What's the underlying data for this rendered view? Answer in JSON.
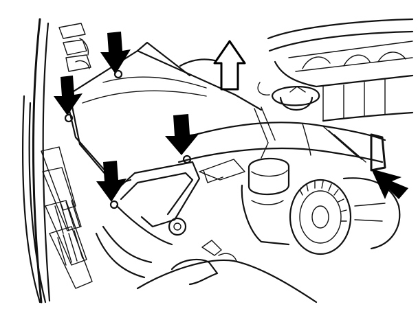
{
  "figure": {
    "subject": "engine-bay-air-cleaner-removal",
    "colors": {
      "line": "#111111",
      "background": "#ffffff",
      "arrow_fill": "#000000"
    },
    "indicator_arrows": [
      {
        "id": "down-arrow-1",
        "direction": "down",
        "style": "solid"
      },
      {
        "id": "down-arrow-2",
        "direction": "down",
        "style": "solid"
      },
      {
        "id": "down-arrow-3",
        "direction": "down",
        "style": "solid"
      },
      {
        "id": "down-arrow-4",
        "direction": "down",
        "style": "solid"
      },
      {
        "id": "diagonal-arrow",
        "direction": "down-left",
        "style": "solid"
      },
      {
        "id": "lift-arrow",
        "direction": "up",
        "style": "outline"
      }
    ]
  }
}
